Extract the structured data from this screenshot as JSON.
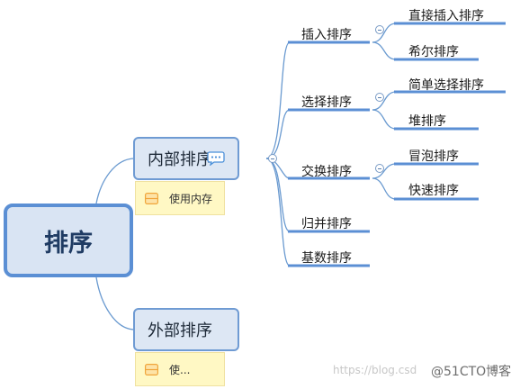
{
  "root": {
    "label": "排序"
  },
  "internal": {
    "label": "内部排序",
    "note": "使用内存",
    "comment_icon": "speech-bubble-icon",
    "methods": {
      "insertion": {
        "label": "插入排序",
        "children": [
          "直接插入排序",
          "希尔排序"
        ]
      },
      "selection": {
        "label": "选择排序",
        "children": [
          "简单选择排序",
          "堆排序"
        ]
      },
      "exchange": {
        "label": "交换排序",
        "children": [
          "冒泡排序",
          "快速排序"
        ]
      },
      "merge": {
        "label": "归并排序"
      },
      "radix": {
        "label": "基数排序"
      }
    }
  },
  "external": {
    "label": "外部排序",
    "note": "使..."
  },
  "watermark": {
    "faint": "https://blog.csd",
    "brand": "@51CTO博客"
  },
  "colors": {
    "line": "#6a9ad0",
    "underline": "#5b8fd4",
    "note_bg": "#fff8c4",
    "note_icon": "#f0a53a",
    "root_fill": "#d9e4f3"
  }
}
